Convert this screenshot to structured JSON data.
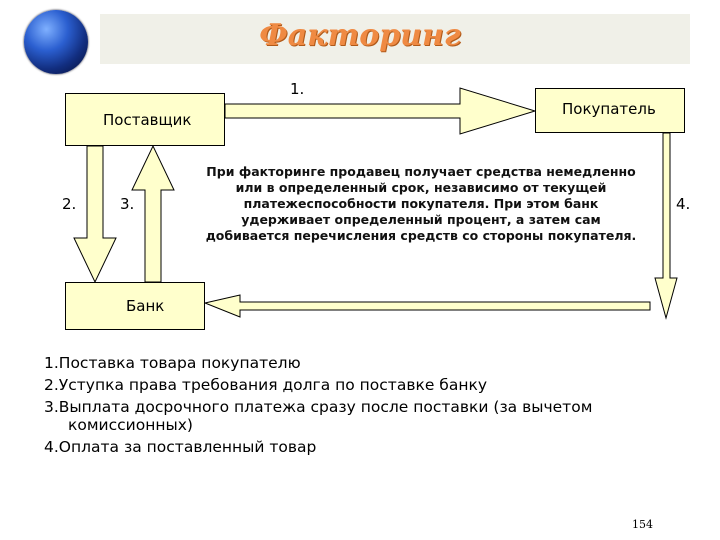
{
  "title": "Факторинг",
  "nodes": {
    "supplier": "Поставщик",
    "buyer": "Покупатель",
    "bank": "Банк"
  },
  "arrow_labels": {
    "a1": "1.",
    "a2": "2.",
    "a3": "3.",
    "a4": "4."
  },
  "description": "При факторинге продавец получает средства немедленно или в определенный срок, независимо от текущей платежеспособности покупателя. При этом банк удерживает определенный процент, а затем сам добивается перечисления средств со стороны покупателя.",
  "legend": {
    "item1": "1.Поставка товара покупателю",
    "item2": "2.Уступка права требования долга по поставке банку",
    "item3_line1": "3.Выплата досрочного платежа сразу после поставки (за вычетом",
    "item3_line2": "комиссионных)",
    "item4": "4.Оплата за поставленный товар"
  },
  "page_number": "154",
  "colors": {
    "title": "#ef8a43",
    "box_fill": "#ffffcc",
    "arrow_fill": "#ffffcc"
  }
}
